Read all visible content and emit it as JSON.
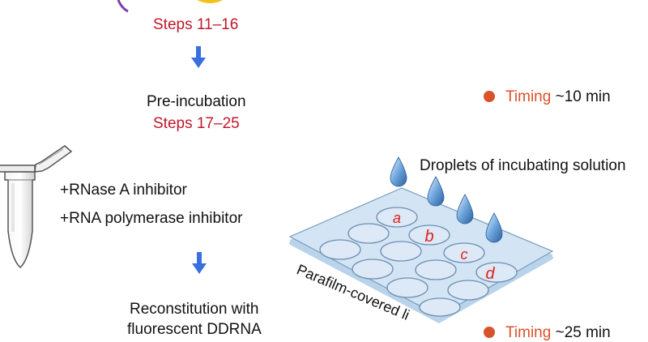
{
  "steps_a": "Steps 11–16",
  "pre_incubation": "Pre-incubation",
  "steps_b": "Steps 17–25",
  "timing_1": {
    "label": "Timing",
    "value": "~10 min"
  },
  "droplets": "Droplets of incubating solution",
  "inhibitor_1": "+RNase A inhibitor",
  "inhibitor_2": "+RNA polymerase inhibitor",
  "parafilm": "Parafilm-covered li",
  "reconstitution_1": "Reconstitution with",
  "reconstitution_2": "fluorescent DDRNA",
  "timing_2": {
    "label": "Timing",
    "value": "~25 min"
  },
  "well_labels": [
    "a",
    "b",
    "c",
    "d"
  ],
  "colors": {
    "step_red": "#c0182a",
    "timing_orange": "#d9522a",
    "arrow_blue": "#3a6fe0",
    "plate_blue": "#cfe2f4"
  }
}
